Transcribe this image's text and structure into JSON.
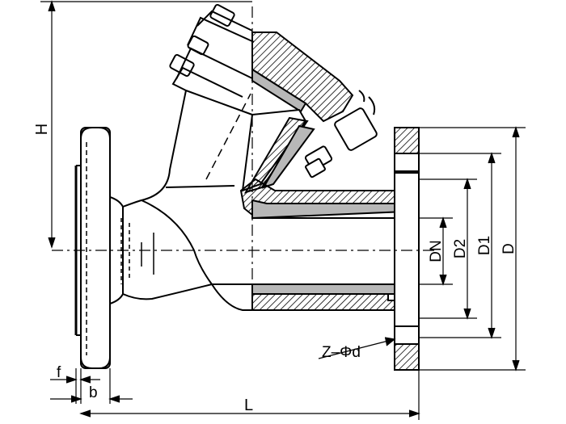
{
  "diagram": {
    "labels": {
      "H": "H",
      "DN": "DN",
      "D2": "D2",
      "D1": "D1",
      "D": "D",
      "Z_phi_d": "Z–Φd",
      "f": "f",
      "b": "b",
      "L": "L"
    },
    "colors": {
      "line": "#000000",
      "lining": "#b8b8b8",
      "hatch": "#000000"
    }
  }
}
